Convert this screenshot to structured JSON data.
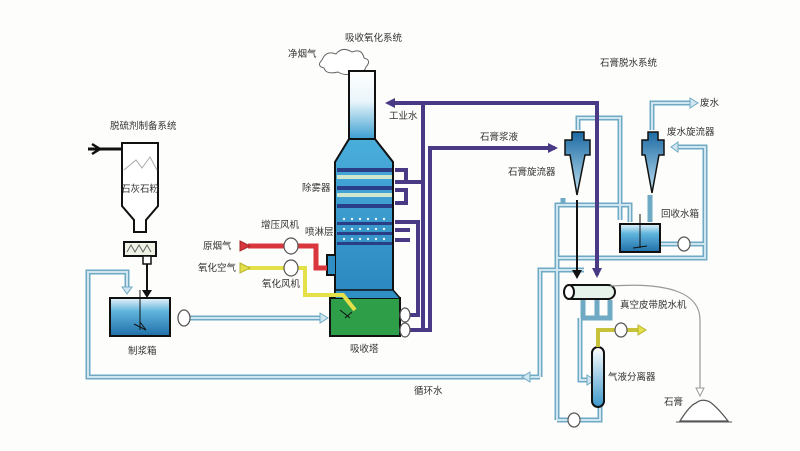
{
  "titles": {
    "absorption_system": "吸收氧化系统",
    "gypsum_dewatering_system": "石膏脱水系统",
    "desulfurizer_prep_system": "脱硫剂制备系统"
  },
  "labels": {
    "clean_flue_gas": "净烟气",
    "industrial_water": "工业水",
    "gypsum_slurry": "石膏浆液",
    "gypsum_hydrocyclone": "石膏旋流器",
    "waste_water": "废水",
    "waste_water_hydrocyclone": "废水旋流器",
    "recovery_tank": "回收水箱",
    "limestone_powder": "石灰石粉",
    "demister": "除雾器",
    "booster_fan": "增压风机",
    "spray_layer": "喷淋层",
    "raw_flue_gas": "原烟气",
    "oxidation_air": "氧化空气",
    "oxidation_fan": "氧化风机",
    "slurry_tank": "制浆箱",
    "absorption_tower": "吸收塔",
    "vacuum_belt_filter": "真空皮带脱水机",
    "gas_liquid_separator": "气液分离器",
    "circulating_water": "循环水",
    "gypsum": "石膏"
  },
  "colors": {
    "water_pipe": "#8ec3d9",
    "slurry_pipe": "#4a3a86",
    "flue_gas": "#d9363e",
    "air": "#e4e04a",
    "tower_blue": "#2f8fc4",
    "tower_green": "#2f9e48"
  }
}
